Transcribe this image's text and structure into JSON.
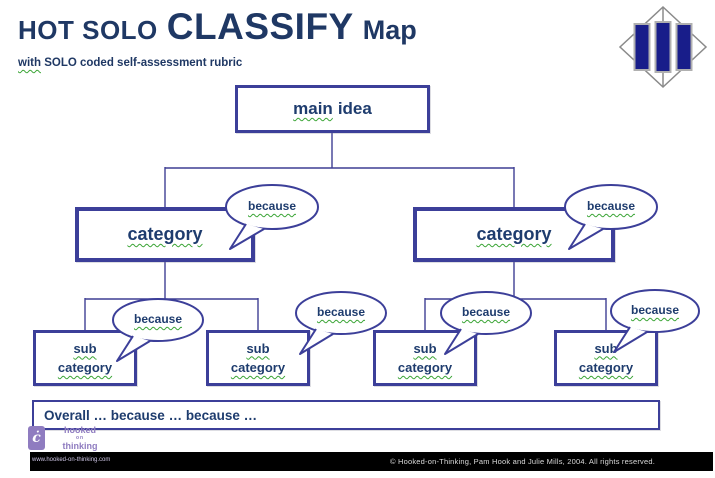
{
  "header": {
    "title_hot_solo": "HOT SOLO",
    "title_classify": "CLASSIFY",
    "title_map": "Map",
    "subtitle_with": "with",
    "subtitle_rest": "SOLO coded self-assessment rubric"
  },
  "brand_mark": {
    "icon": "three-bars-diamond-icon",
    "bar_color": "#181d8a"
  },
  "map": {
    "main_idea": {
      "word1": "main",
      "word2": "idea"
    },
    "categories": [
      {
        "label": "category"
      },
      {
        "label": "category"
      }
    ],
    "sub_categories": [
      {
        "line1": "sub",
        "line2": "category"
      },
      {
        "line1": "sub",
        "line2": "category"
      },
      {
        "line1": "sub",
        "line2": "category"
      },
      {
        "line1": "sub",
        "line2": "category"
      }
    ],
    "bubbles": [
      {
        "label": "because"
      },
      {
        "label": "because"
      },
      {
        "label": "because"
      },
      {
        "label": "because"
      },
      {
        "label": "because"
      },
      {
        "label": "because"
      }
    ],
    "overall": "Overall … because … because …"
  },
  "footer": {
    "logo": {
      "icon_glyph": "ċ",
      "word1": "hooked",
      "word2": "on",
      "word3": "thinking",
      "url": "www.hooked-on-thinking.com"
    },
    "copyright": "© Hooked-on-Thinking, Pam Hook and Julie Mills, 2004.  All rights reserved."
  },
  "colors": {
    "title_navy": "#1f3864",
    "box_border_blue": "#3c3f99",
    "text_navy": "#1e3c6e",
    "connector_blue": "#3f3f94",
    "squiggle_green": "#3aa435",
    "logo_purple": "#8f7cc0",
    "footer_bar": "#000000"
  }
}
